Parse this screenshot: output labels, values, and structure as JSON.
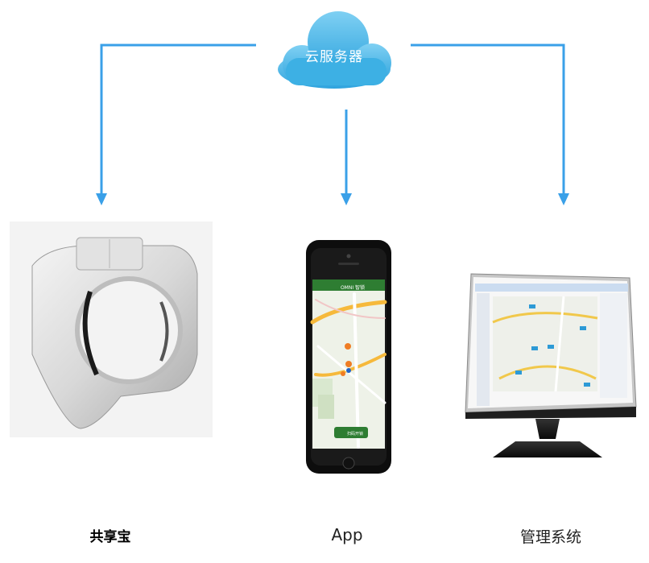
{
  "cloud": {
    "label": "云服务器",
    "icon": "cloud-icon",
    "color": "#4db6e6"
  },
  "arrows": {
    "color": "#3aa0e8"
  },
  "nodes": [
    {
      "label": "共享宝",
      "icon": "smart-lock-device"
    },
    {
      "label": "App",
      "icon": "smartphone-map-app"
    },
    {
      "label": "管理系统",
      "icon": "desktop-monitor-dashboard"
    }
  ],
  "phone": {
    "title": "OMNI 智锁",
    "button_label": "扫码开锁",
    "accent": "#2e7d32"
  }
}
